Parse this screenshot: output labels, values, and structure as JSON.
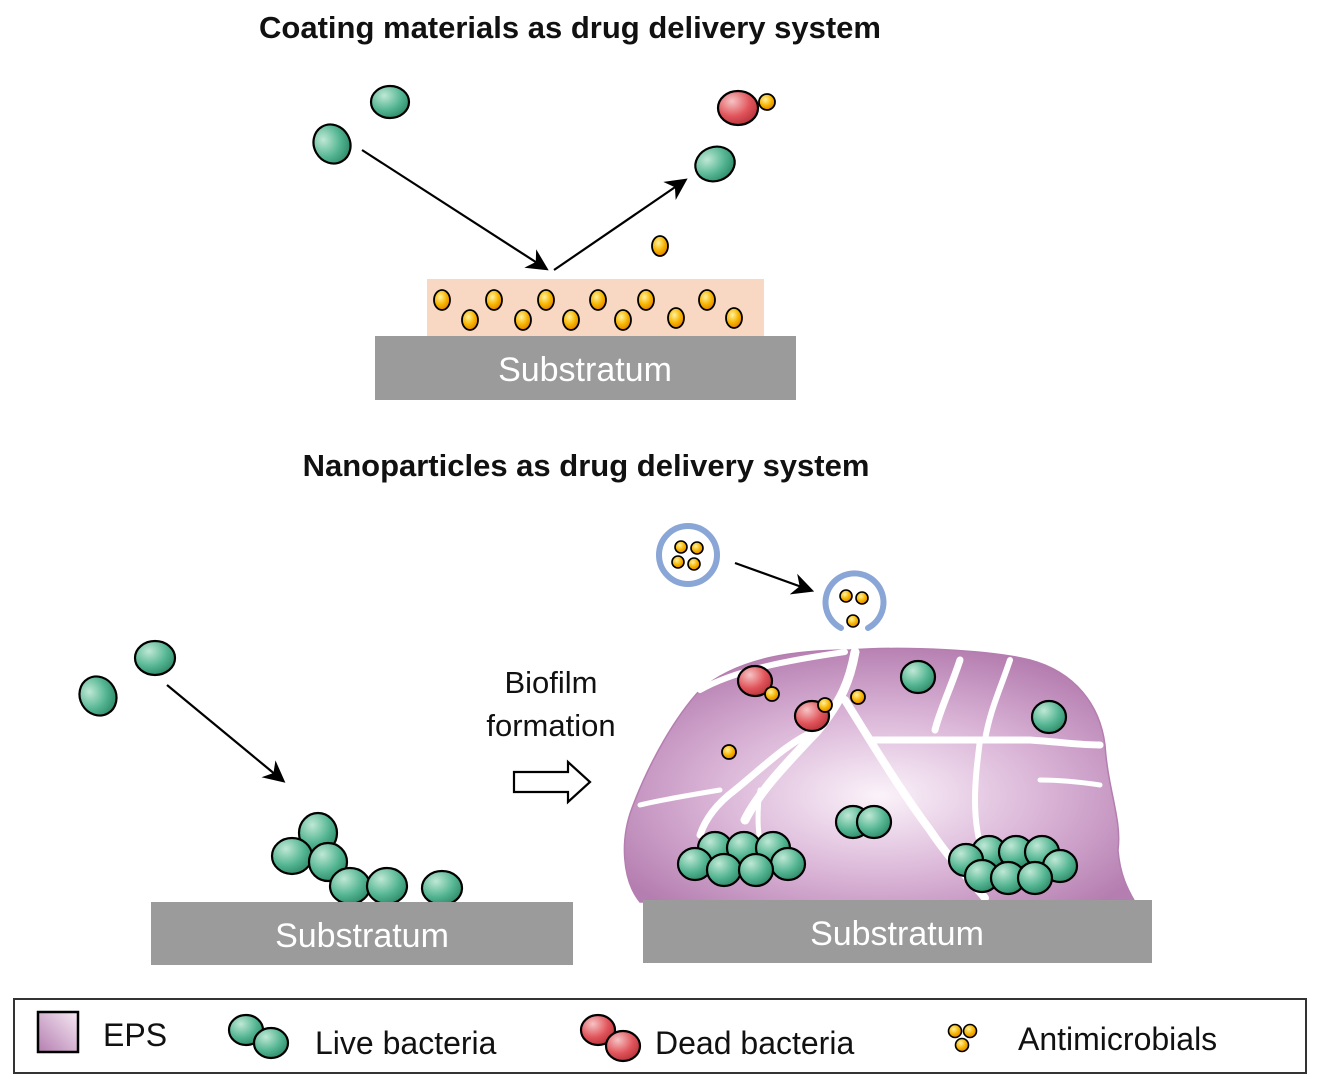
{
  "titles": {
    "coating": "Coating materials as drug delivery system",
    "nanoparticles": "Nanoparticles as drug delivery system"
  },
  "substratum_label": "Substratum",
  "biofilm_label": {
    "line1": "Biofilm",
    "line2": "formation"
  },
  "legend": {
    "eps": "EPS",
    "live": "Live bacteria",
    "dead": "Dead bacteria",
    "antimicrobials": "Antimicrobials"
  },
  "colors": {
    "live_bacteria": "#4fb393",
    "dead_bacteria": "#e0545a",
    "antimicrobial": "#f5a800",
    "eps": "#b982b5",
    "coating": "#f9d8c3",
    "substratum": "#9b9b9b",
    "nanoparticle_shell": "#8aa6d6"
  }
}
